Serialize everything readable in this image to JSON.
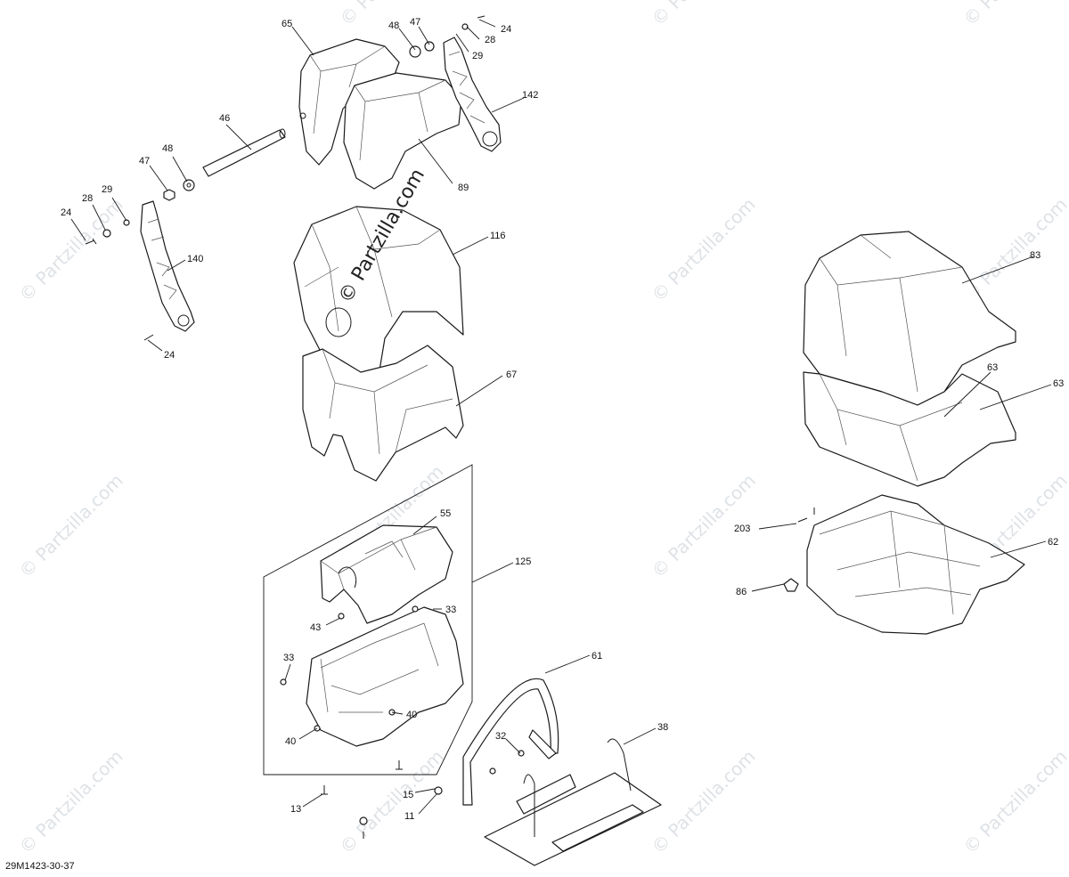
{
  "diagram": {
    "reference_code": "29M1423-30-37",
    "watermark_text": "© Partzilla.com",
    "callouts": [
      {
        "id": "c65",
        "label": "65"
      },
      {
        "id": "c48a",
        "label": "48"
      },
      {
        "id": "c47a",
        "label": "47"
      },
      {
        "id": "c24a",
        "label": "24"
      },
      {
        "id": "c28a",
        "label": "28"
      },
      {
        "id": "c29a",
        "label": "29"
      },
      {
        "id": "c142",
        "label": "142"
      },
      {
        "id": "c46",
        "label": "46"
      },
      {
        "id": "c48b",
        "label": "48"
      },
      {
        "id": "c47b",
        "label": "47"
      },
      {
        "id": "c89",
        "label": "89"
      },
      {
        "id": "c28b",
        "label": "28"
      },
      {
        "id": "c29b",
        "label": "29"
      },
      {
        "id": "c24b",
        "label": "24"
      },
      {
        "id": "c140",
        "label": "140"
      },
      {
        "id": "c24c",
        "label": "24"
      },
      {
        "id": "c116",
        "label": "116"
      },
      {
        "id": "c83",
        "label": "83"
      },
      {
        "id": "c67",
        "label": "67"
      },
      {
        "id": "c63a",
        "label": "63"
      },
      {
        "id": "c63b",
        "label": "63"
      },
      {
        "id": "c55",
        "label": "55"
      },
      {
        "id": "c125",
        "label": "125"
      },
      {
        "id": "c203",
        "label": "203"
      },
      {
        "id": "c62",
        "label": "62"
      },
      {
        "id": "c86",
        "label": "86"
      },
      {
        "id": "c33a",
        "label": "33"
      },
      {
        "id": "c43",
        "label": "43"
      },
      {
        "id": "c33b",
        "label": "33"
      },
      {
        "id": "c40a",
        "label": "40"
      },
      {
        "id": "c40b",
        "label": "40"
      },
      {
        "id": "c61",
        "label": "61"
      },
      {
        "id": "c38",
        "label": "38"
      },
      {
        "id": "c32",
        "label": "32"
      },
      {
        "id": "c15",
        "label": "15"
      },
      {
        "id": "c13",
        "label": "13"
      },
      {
        "id": "c11",
        "label": "11"
      }
    ]
  }
}
